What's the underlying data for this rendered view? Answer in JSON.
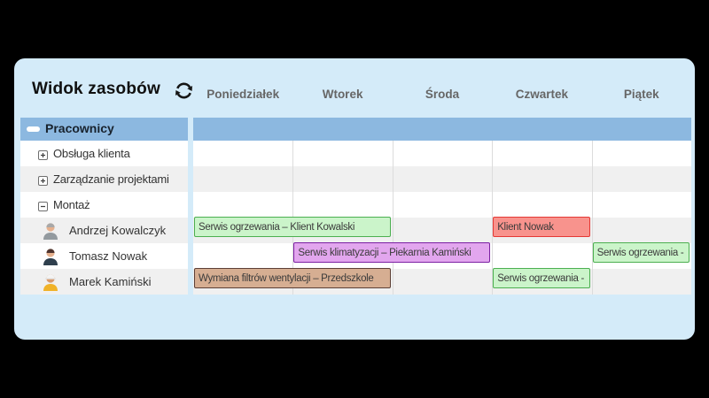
{
  "panel": {
    "title": "Widok zasobów",
    "days": [
      "Poniedziałek",
      "Wtorek",
      "Środa",
      "Czwartek",
      "Piątek"
    ]
  },
  "icons": {
    "refresh": "refresh-icon",
    "collapse": "minus-icon",
    "expand": "plus-icon"
  },
  "sidebar": {
    "group_label": "Pracownicy",
    "group_state": "expanded",
    "rows": [
      {
        "type": "category",
        "state": "collapsed",
        "label": "Obsługa klienta"
      },
      {
        "type": "category",
        "state": "collapsed",
        "label": "Zarządzanie projektami"
      },
      {
        "type": "category",
        "state": "expanded",
        "label": "Montaż"
      },
      {
        "type": "employee",
        "avatar": "worker-gray",
        "label": "Andrzej Kowalczyk"
      },
      {
        "type": "employee",
        "avatar": "worker-navy",
        "label": "Tomasz Nowak"
      },
      {
        "type": "employee",
        "avatar": "worker-helmet",
        "label": "Marek Kamiński"
      }
    ]
  },
  "schedule": {
    "tasks": [
      {
        "row": 3,
        "start": 0,
        "span": 2,
        "color": "green",
        "label": "Serwis ogrzewania – Klient Kowalski"
      },
      {
        "row": 3,
        "start": 3,
        "span": 1,
        "color": "red",
        "label": "Klient Nowak"
      },
      {
        "row": 4,
        "start": 1,
        "span": 2,
        "color": "purple",
        "label": "Serwis klimatyzacji – Piekarnia Kamiński"
      },
      {
        "row": 4,
        "start": 4,
        "span": 1,
        "color": "green",
        "label": "Serwis ogrzewania -"
      },
      {
        "row": 5,
        "start": 0,
        "span": 2,
        "color": "brown",
        "label": "Wymiana filtrów wentylacji – Przedszkole"
      },
      {
        "row": 5,
        "start": 3,
        "span": 1,
        "color": "green",
        "label": "Serwis ogrzewania -"
      }
    ],
    "palette": {
      "green": {
        "fill": "#cbf4ca",
        "border": "#4caf50"
      },
      "red": {
        "fill": "#f8938d",
        "border": "#e53935"
      },
      "purple": {
        "fill": "#e2a6ee",
        "border": "#7b1fa2"
      },
      "brown": {
        "fill": "#d6ae92",
        "border": "#5d4037"
      }
    },
    "colors": {
      "band": "#8cb8e0",
      "panel_bg": "#d4ebf9",
      "row_alt": "#f0f0f0"
    }
  }
}
